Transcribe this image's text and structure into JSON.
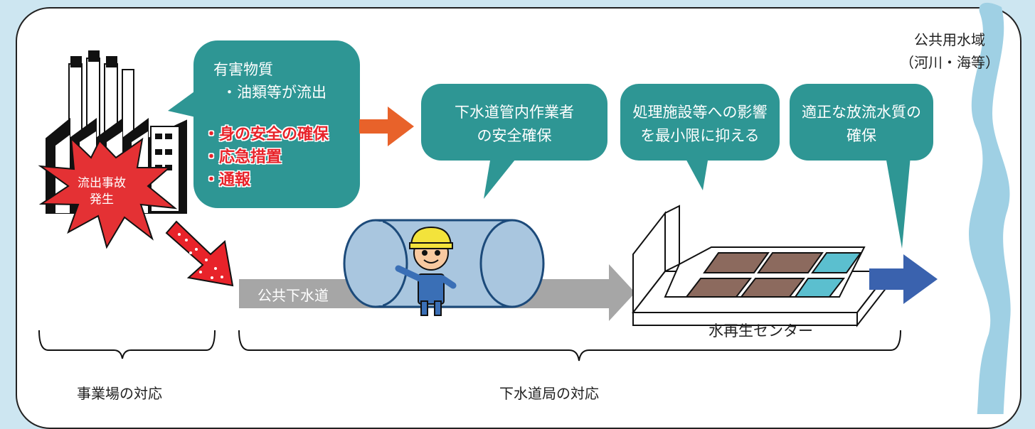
{
  "bubbles": {
    "company": {
      "title": "有害物質",
      "subtitle": "・油類等が流出",
      "actions": [
        "・身の安全の確保",
        "・応急措置",
        "・通報"
      ]
    },
    "pipe_safety": {
      "lines": [
        "下水道管内作業者",
        "の安全確保"
      ]
    },
    "treatment_impact": {
      "lines": [
        "処理施設等への影響",
        "を最小限に抑える"
      ]
    },
    "discharge_quality": {
      "lines": [
        "適正な放流水質の",
        "確保"
      ]
    }
  },
  "labels": {
    "incident": [
      "流出事故",
      "発生"
    ],
    "public_sewer": "公共下水道",
    "water_center": "水再生センター",
    "public_waters": [
      "公共用水域",
      "（河川・海等）"
    ],
    "company_response": "事業場の対応",
    "bureau_response": "下水道局の対応"
  },
  "colors": {
    "teal": "#2e9694",
    "red_text": "#e8232a",
    "orange_arrow": "#e8622a",
    "gray_arrow": "#a6a6a6",
    "blue_arrow": "#3a62ae",
    "river": "#9fd0e4",
    "pipe": "#a9c6df",
    "sludge": "#8c6a5e",
    "clean_water": "#5bbfcf"
  }
}
